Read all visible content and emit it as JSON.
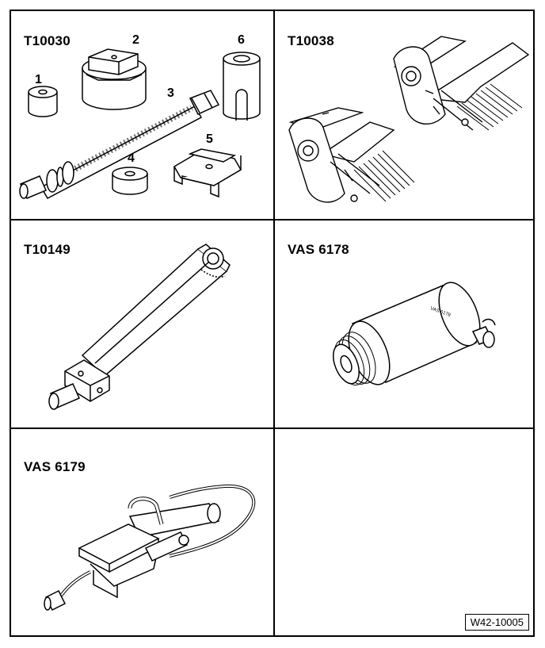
{
  "panels": {
    "p1": {
      "title": "T10030",
      "parts": {
        "n1": "1",
        "n2": "2",
        "n3": "3",
        "n4": "4",
        "n5": "5",
        "n6": "6"
      }
    },
    "p2": {
      "title": "T10038"
    },
    "p3": {
      "title": "T10149"
    },
    "p4": {
      "title": "VAS 6178",
      "cylinder_label": "VAS 6178"
    },
    "p5": {
      "title": "VAS 6179"
    },
    "p6": {
      "title": ""
    }
  },
  "figure_ref": "W42-10005"
}
